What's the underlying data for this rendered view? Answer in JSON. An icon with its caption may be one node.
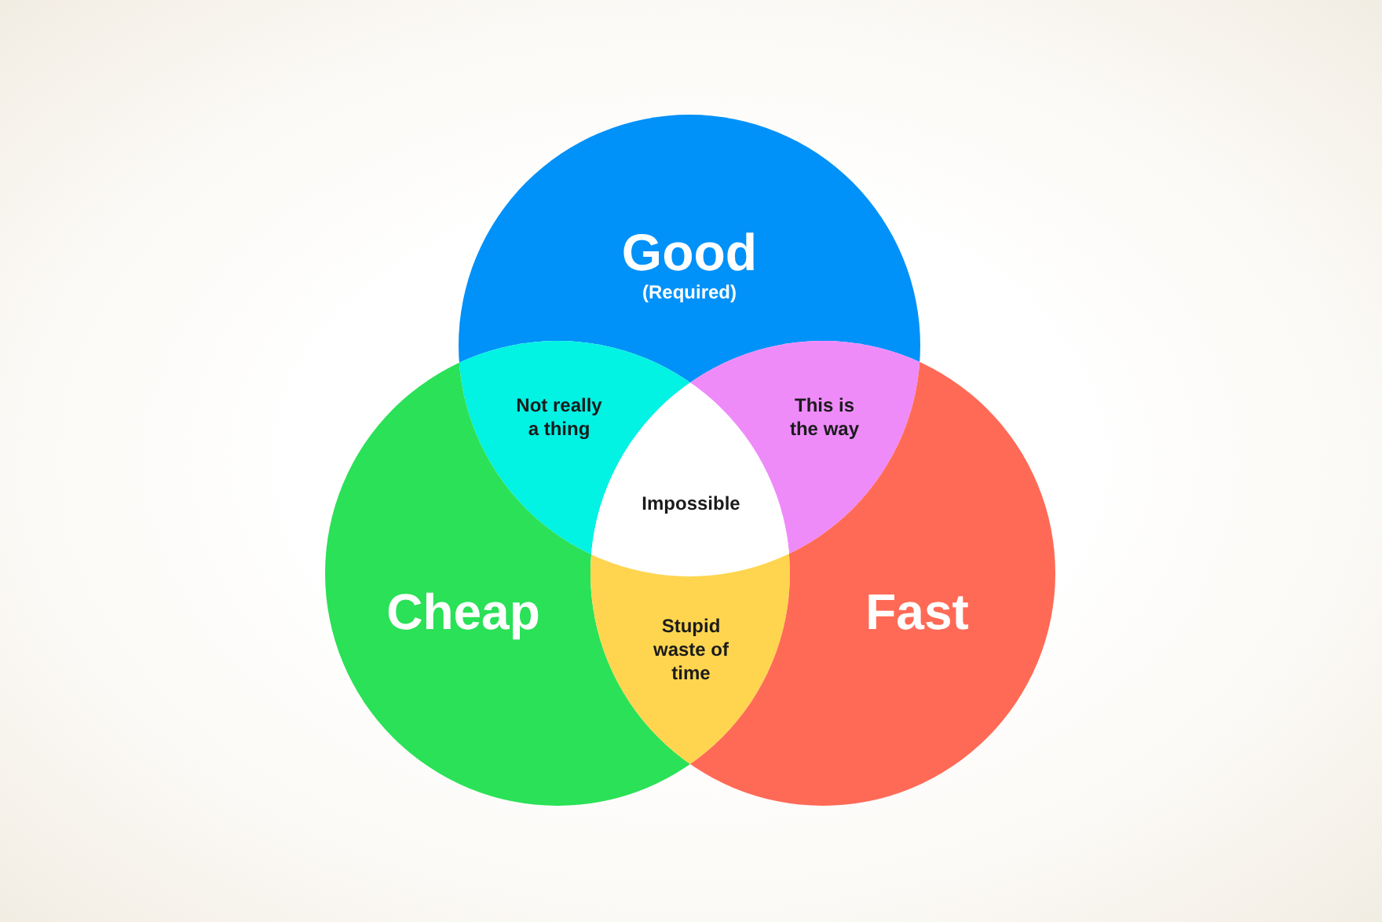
{
  "diagram": {
    "nodes": [
      {
        "text": [
          "Good",
          "(Required)"
        ]
      },
      {
        "text": [
          "Not really a thing"
        ]
      },
      {
        "text": [
          "This is the way"
        ]
      },
      {
        "text": [
          "Impossible"
        ]
      },
      {
        "text": [
          "Cheap"
        ]
      },
      {
        "text": [
          "Stupid waste of time"
        ]
      },
      {
        "text": [
          "Fast"
        ]
      }
    ]
  }
}
